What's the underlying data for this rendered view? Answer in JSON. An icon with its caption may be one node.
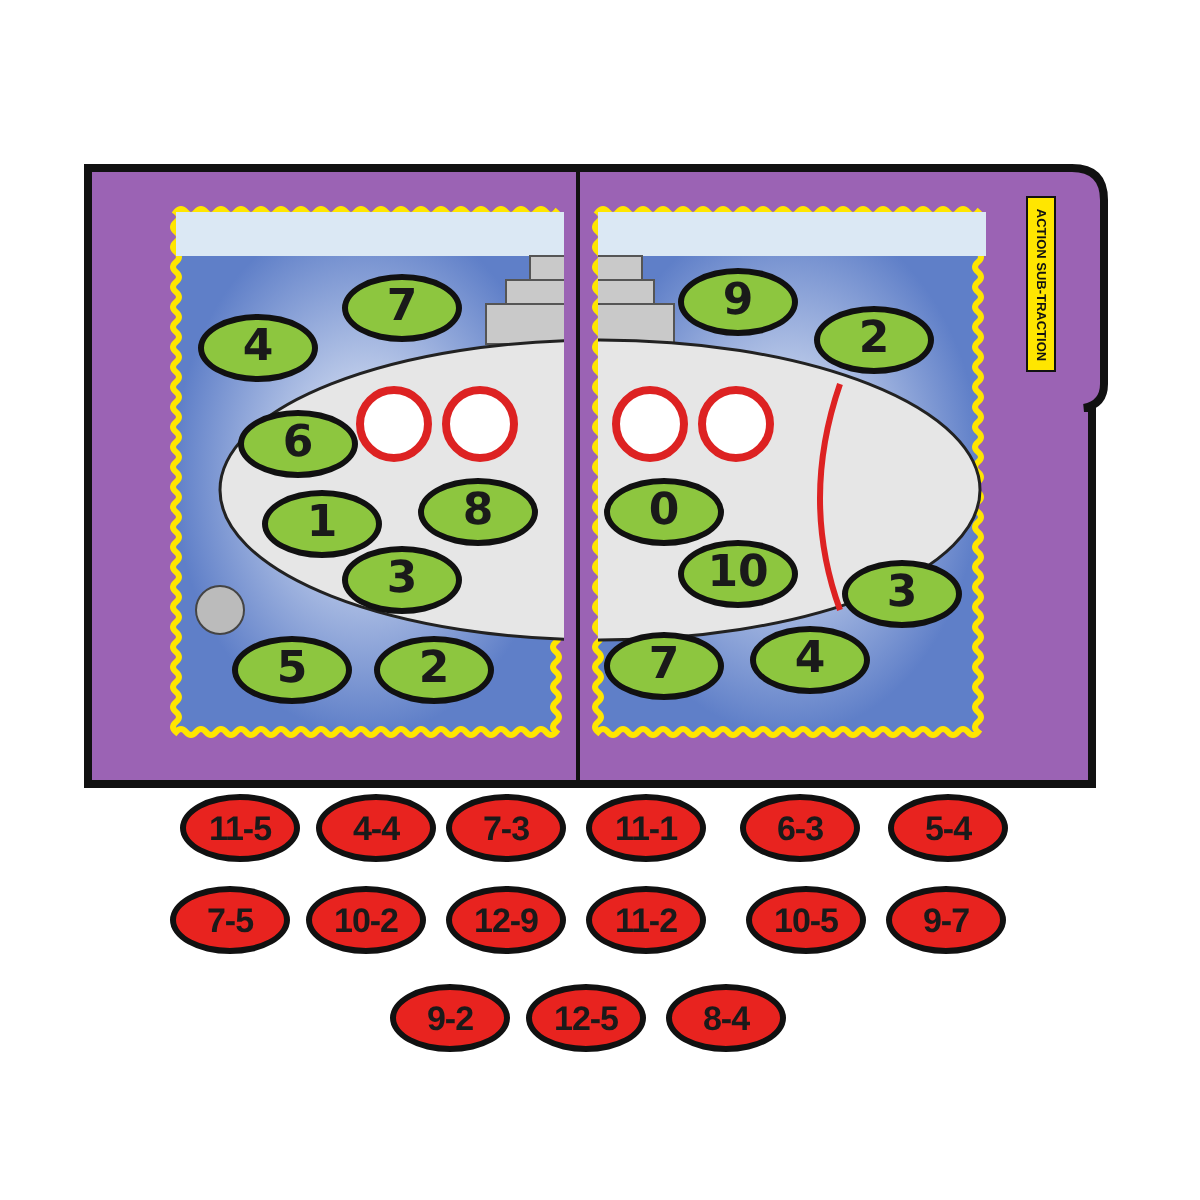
{
  "diagram": {
    "nodes": [
      {
        "text": [
          "4"
        ]
      },
      {
        "text": [
          "7"
        ]
      },
      {
        "text": [
          "6"
        ]
      },
      {
        "text": [
          "1"
        ]
      },
      {
        "text": [
          "8"
        ]
      },
      {
        "text": [
          "3"
        ]
      },
      {
        "text": [
          "5"
        ]
      },
      {
        "text": [
          "2"
        ]
      },
      {
        "text": [
          "9"
        ]
      },
      {
        "text": [
          "2"
        ]
      },
      {
        "text": [
          "0"
        ]
      },
      {
        "text": [
          "10"
        ]
      },
      {
        "text": [
          "3"
        ]
      },
      {
        "text": [
          "7"
        ]
      },
      {
        "text": [
          "4"
        ]
      },
      {
        "text": [
          "11-5"
        ]
      },
      {
        "text": [
          "4-4"
        ]
      },
      {
        "text": [
          "7-3"
        ]
      },
      {
        "text": [
          "11-1"
        ]
      },
      {
        "text": [
          "6-3"
        ]
      },
      {
        "text": [
          "5-4"
        ]
      },
      {
        "text": [
          "7-5"
        ]
      },
      {
        "text": [
          "10-2"
        ]
      },
      {
        "text": [
          "12-9"
        ]
      },
      {
        "text": [
          "11-2"
        ]
      },
      {
        "text": [
          "10-5"
        ]
      },
      {
        "text": [
          "9-7"
        ]
      },
      {
        "text": [
          "9-2"
        ]
      },
      {
        "text": [
          "12-5"
        ]
      },
      {
        "text": [
          "8-4"
        ]
      }
    ],
    "labels": [
      "ACTION SUB-TRACTION"
    ]
  }
}
